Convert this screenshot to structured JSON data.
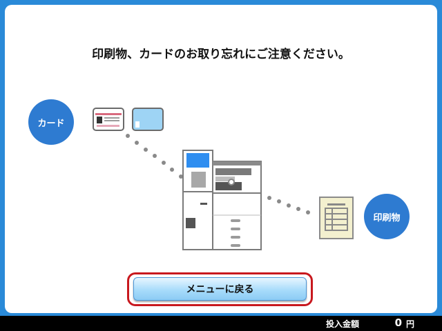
{
  "title": "印刷物、カードのお取り忘れにご注意ください。",
  "illustration": {
    "card_label": "カード",
    "print_label": "印刷物"
  },
  "menu_button_label": "メニューに戻る",
  "status": {
    "amount_label": "投入金額",
    "amount_value": "0",
    "amount_unit": "円"
  },
  "colors": {
    "frame": "#2a8ad8",
    "bubble": "#2e7bd1",
    "button_outline": "#c8181e",
    "button": "#a8dcfb"
  }
}
